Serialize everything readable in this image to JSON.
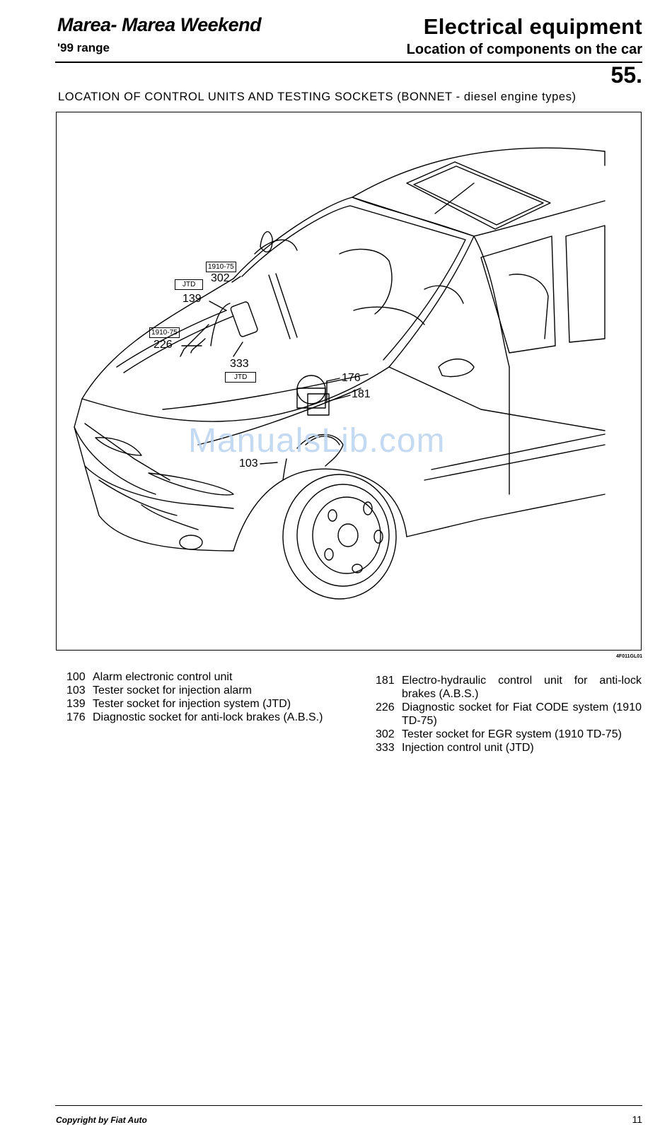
{
  "header": {
    "left_title": "Marea- Marea Weekend",
    "left_subtitle": "'99 range",
    "right_title": "Electrical equipment",
    "right_subtitle": "Location of components on the car",
    "section_number": "55."
  },
  "section_title_bold": "LOCATION OF CONTROL UNITS AND TESTING SOCKETS",
  "section_title_rest": " (BONNET - diesel engine types)",
  "figure": {
    "image_code": "4F011GL01",
    "callouts": {
      "c302": "302",
      "c139": "139",
      "c226": "226",
      "c333": "333",
      "c176": "176",
      "c181": "181",
      "c103": "103"
    },
    "tags": {
      "t1910a": "1910-75",
      "tjtd1": "JTD",
      "t1910b": "1910-75",
      "tjtd2": "JTD"
    },
    "watermark": "ManualsLib.com"
  },
  "legend_left": [
    {
      "num": "100",
      "text": "Alarm electronic control unit"
    },
    {
      "num": "103",
      "text": "Tester socket for injection alarm"
    },
    {
      "num": "139",
      "text": "Tester socket for injection system (JTD)"
    },
    {
      "num": "176",
      "text": "Diagnostic socket for anti-lock brakes (A.B.S.)"
    }
  ],
  "legend_right": [
    {
      "num": "181",
      "text": "Electro-hydraulic control unit for anti-lock brakes (A.B.S.)"
    },
    {
      "num": "226",
      "text": "Diagnostic socket for Fiat CODE system (1910 TD-75)"
    },
    {
      "num": "302",
      "text": "Tester socket for EGR system (1910 TD-75)"
    },
    {
      "num": "333",
      "text": "Injection control unit (JTD)"
    }
  ],
  "footer": {
    "copyright": "Copyright by Fiat Auto",
    "page_number": "11"
  }
}
